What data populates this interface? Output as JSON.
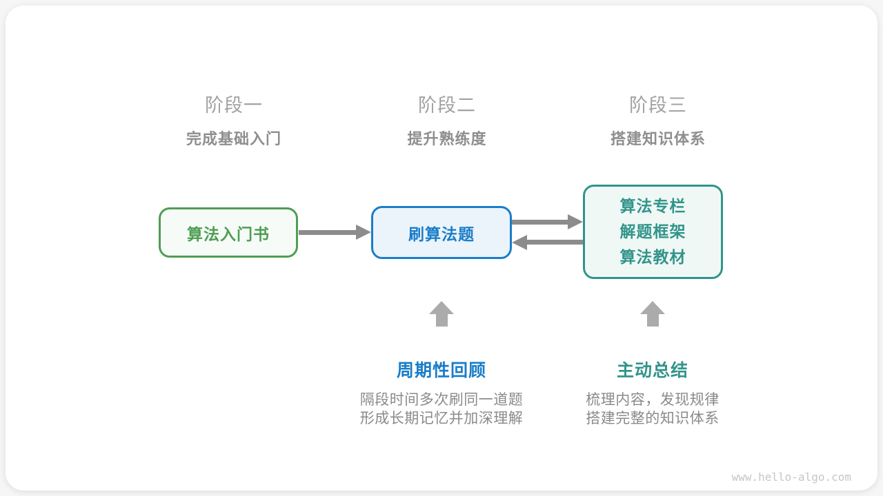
{
  "colors": {
    "green": "#4D9E53",
    "blue": "#1A7DC8",
    "teal": "#31948A",
    "arrow-gray": "#8C8C8C",
    "up-gray": "#ABABAB"
  },
  "stages": [
    {
      "title": "阶段一",
      "subtitle": "完成基础入门"
    },
    {
      "title": "阶段二",
      "subtitle": "提升熟练度"
    },
    {
      "title": "阶段三",
      "subtitle": "搭建知识体系"
    }
  ],
  "nodes": [
    {
      "label": "算法入门书"
    },
    {
      "label": "刷算法题"
    },
    {
      "lines": [
        "算法专栏",
        "解题框架",
        "算法教材"
      ]
    }
  ],
  "annotations": [
    {
      "title": "周期性回顾",
      "desc_line1": "隔段时间多次刷同一道题",
      "desc_line2": "形成长期记忆并加深理解"
    },
    {
      "title": "主动总结",
      "desc_line1": "梳理内容，发现规律",
      "desc_line2": "搭建完整的知识体系"
    }
  ],
  "watermark": "www.hello-algo.com"
}
